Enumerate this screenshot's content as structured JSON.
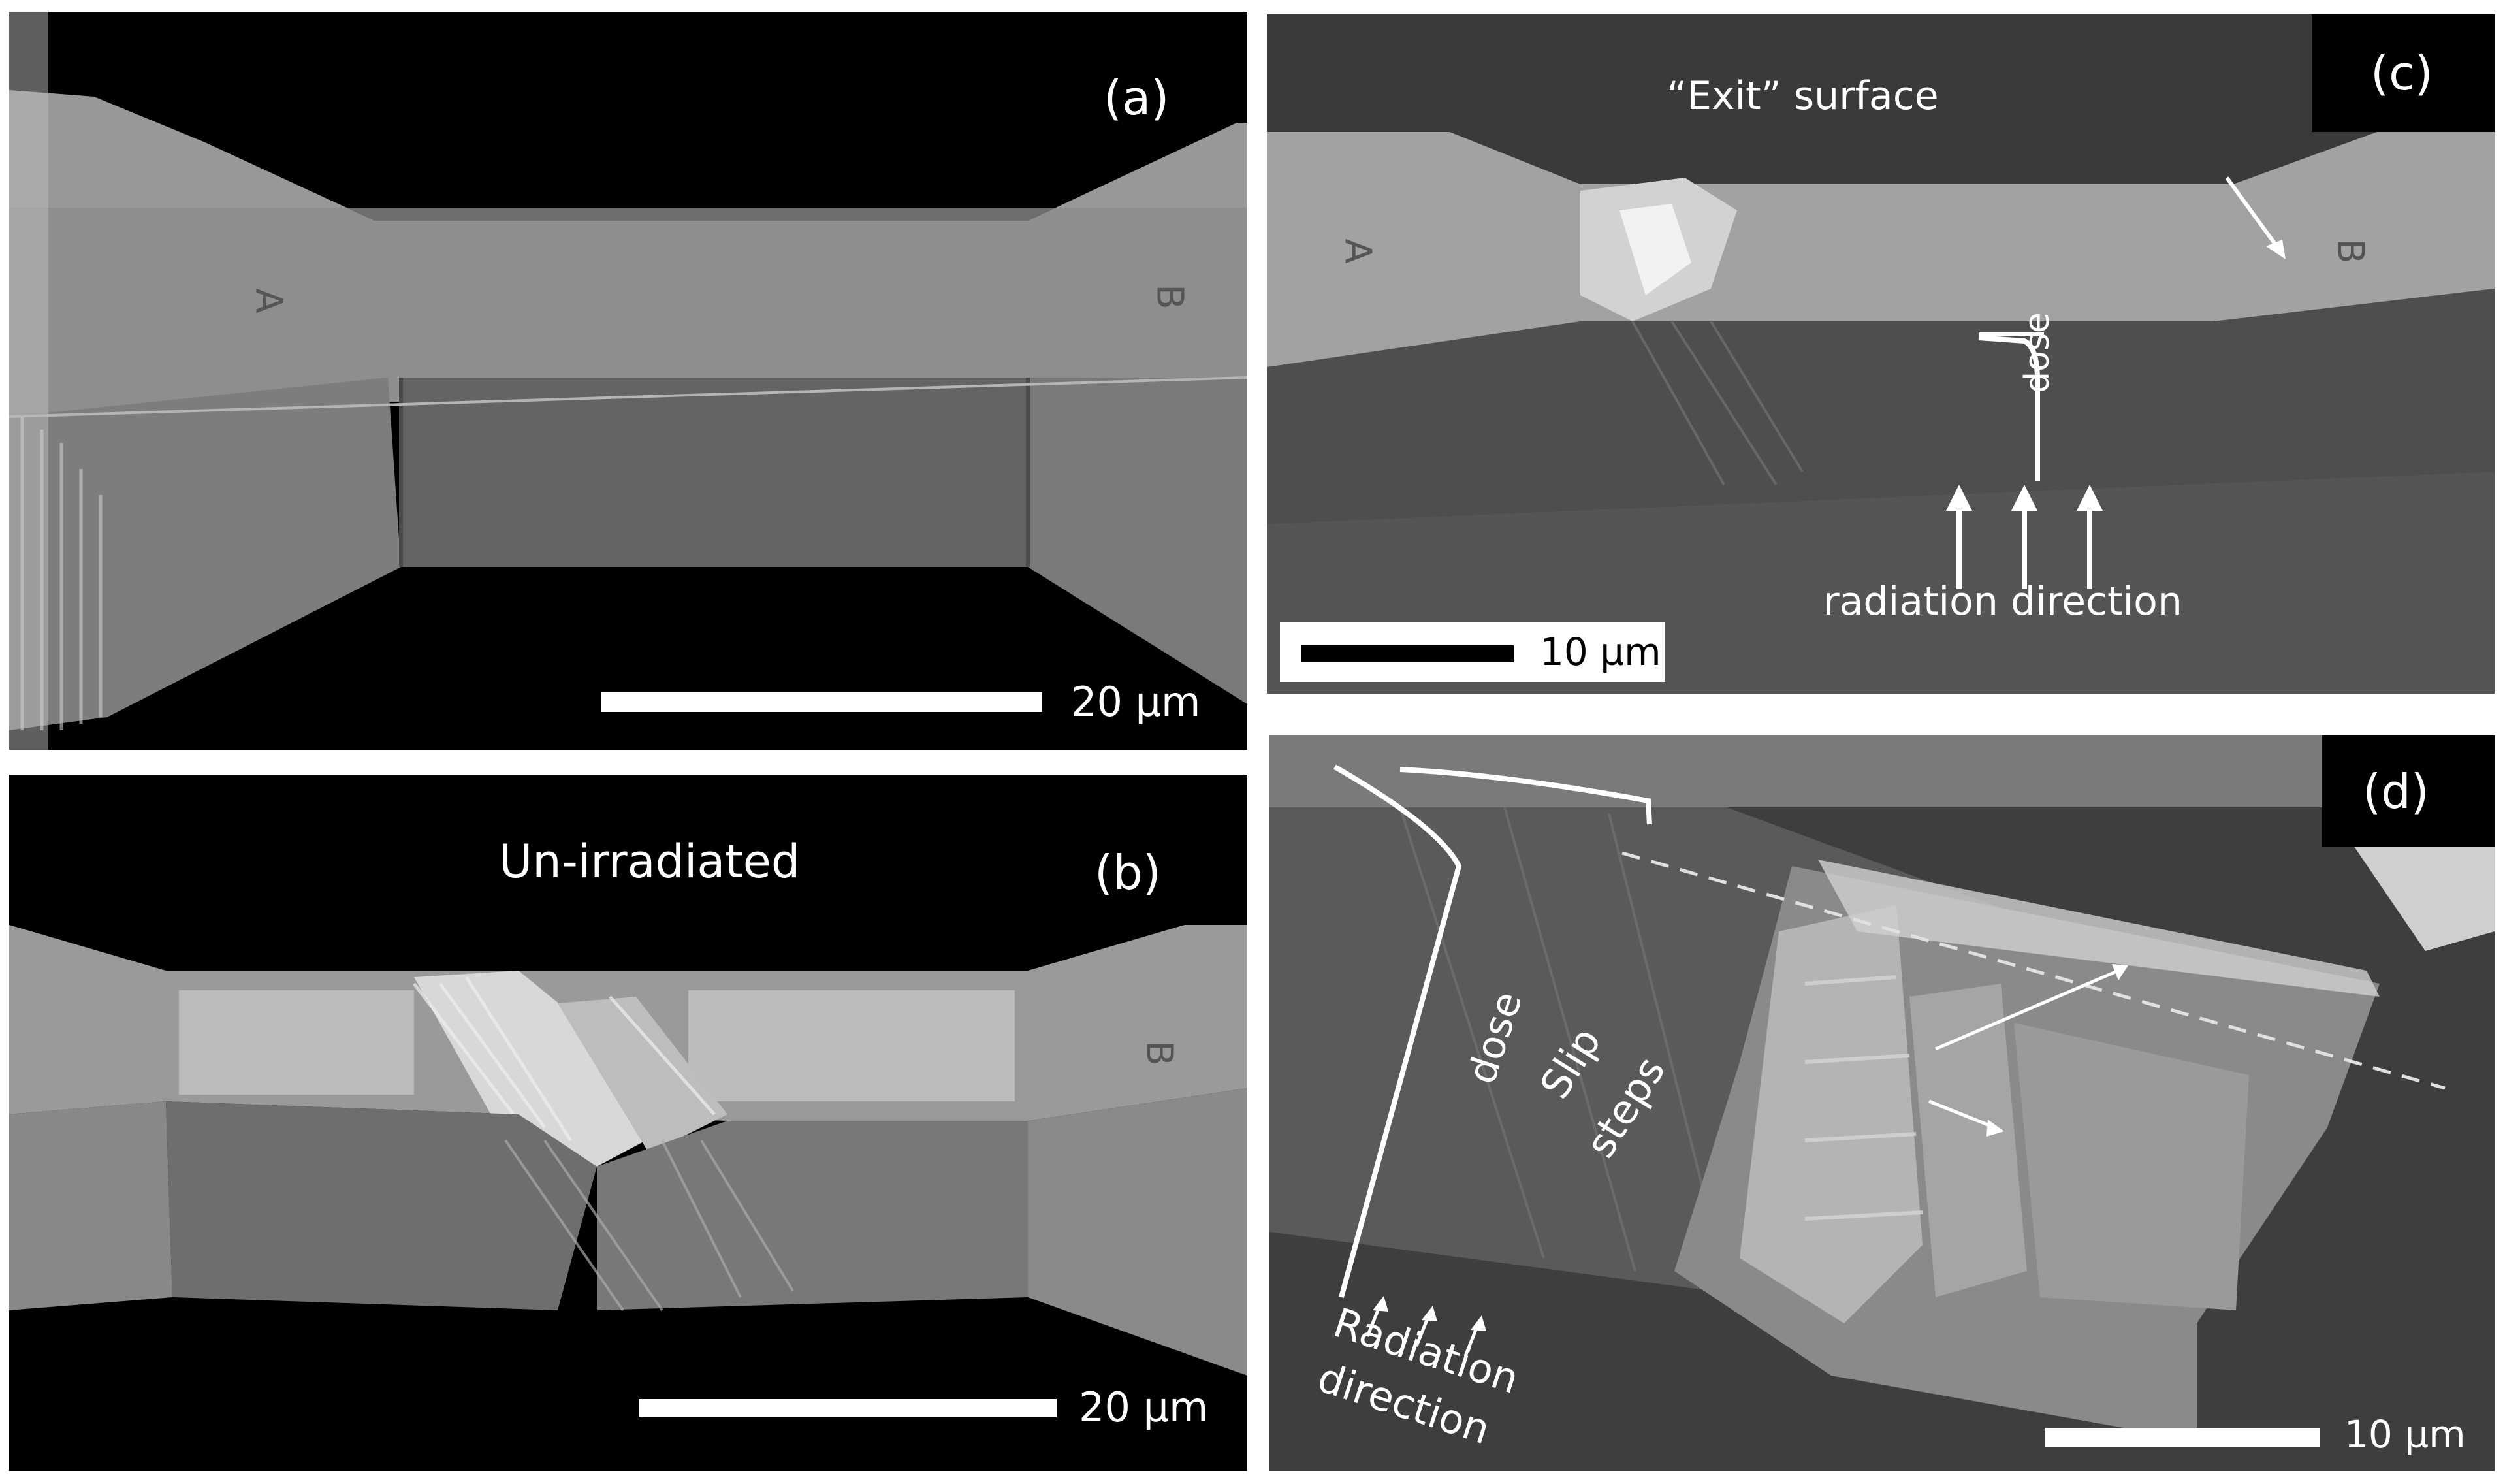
{
  "panels": {
    "a": {
      "letter": "(a)",
      "marker_left": "A",
      "marker_right": "B",
      "scale_bar": "20 µm"
    },
    "b": {
      "letter": "(b)",
      "caption": "Un-irradiated",
      "marker_right": "B",
      "scale_bar": "20 µm"
    },
    "c": {
      "letter": "(c)",
      "surface_label": "“Exit” surface",
      "dose_label": "dose",
      "direction_label": "radiation direction",
      "marker_left": "A",
      "marker_right": "B",
      "scale_bar": "10 µm"
    },
    "d": {
      "letter": "(d)",
      "dose_label": "dose",
      "slip_label_1": "Slip",
      "slip_label_2": "steps",
      "direction_label_1": "Radiation",
      "direction_label_2": "direction",
      "scale_bar": "10 µm"
    }
  },
  "colors": {
    "background": "#ffffff",
    "specimen_light": "#9a9a9a",
    "specimen_dark": "#5e5e5e",
    "text": "#ffffff"
  }
}
